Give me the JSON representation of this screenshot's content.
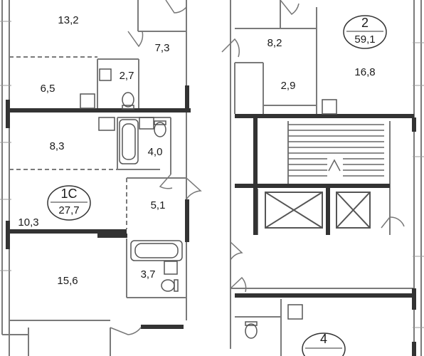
{
  "apartments": [
    {
      "id": "apt-1c",
      "number": "1С",
      "area": "27,7"
    },
    {
      "id": "apt-2",
      "number": "2",
      "area": "59,1"
    },
    {
      "id": "apt-4",
      "number": "4",
      "area": ""
    }
  ],
  "rooms": {
    "r13_2": "13,2",
    "r7_3": "7,3",
    "r8_2": "8,2",
    "r2_9": "2,9",
    "r16_8": "16,8",
    "r6_5": "6,5",
    "r2_7": "2,7",
    "r8_3": "8,3",
    "r4_0": "4,0",
    "r5_1": "5,1",
    "r10_3": "10,3",
    "r15_6": "15,6",
    "r3_7": "3,7"
  }
}
